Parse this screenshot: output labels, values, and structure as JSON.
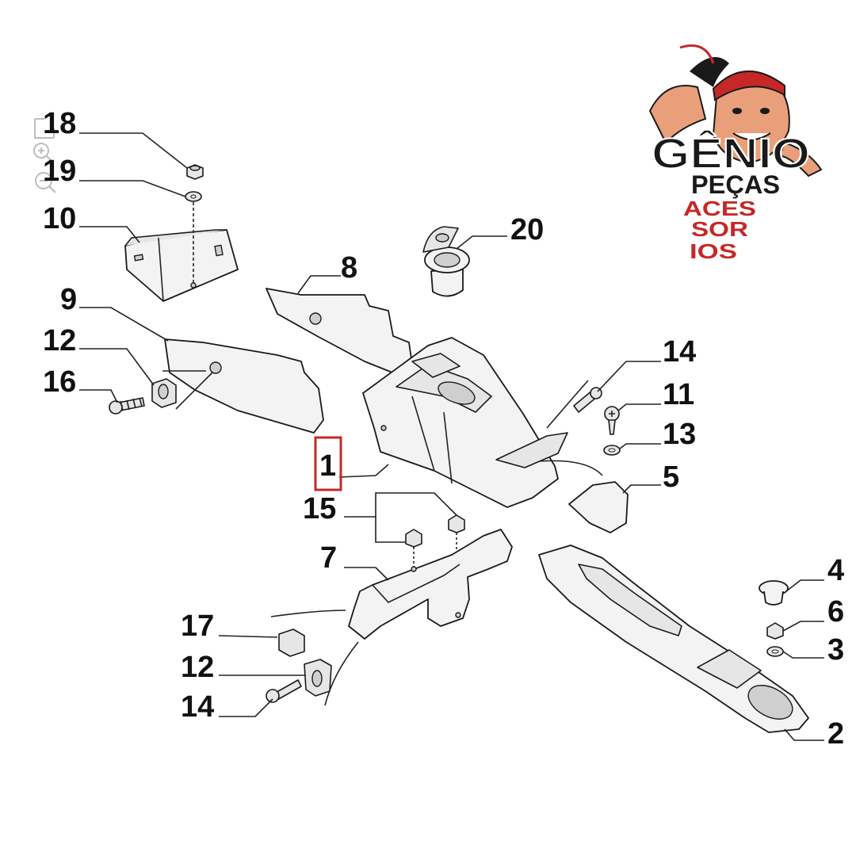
{
  "diagram": {
    "callouts": [
      {
        "id": "c18",
        "label": "18"
      },
      {
        "id": "c19",
        "label": "19"
      },
      {
        "id": "c10",
        "label": "10"
      },
      {
        "id": "c9",
        "label": "9"
      },
      {
        "id": "c12a",
        "label": "12"
      },
      {
        "id": "c16",
        "label": "16"
      },
      {
        "id": "c8",
        "label": "8"
      },
      {
        "id": "c20",
        "label": "20"
      },
      {
        "id": "c14a",
        "label": "14"
      },
      {
        "id": "c11",
        "label": "11"
      },
      {
        "id": "c13",
        "label": "13"
      },
      {
        "id": "c1",
        "label": "1"
      },
      {
        "id": "c5",
        "label": "5"
      },
      {
        "id": "c15",
        "label": "15"
      },
      {
        "id": "c7",
        "label": "7"
      },
      {
        "id": "c4",
        "label": "4"
      },
      {
        "id": "c6",
        "label": "6"
      },
      {
        "id": "c3",
        "label": "3"
      },
      {
        "id": "c17",
        "label": "17"
      },
      {
        "id": "c12b",
        "label": "12"
      },
      {
        "id": "c14b",
        "label": "14"
      },
      {
        "id": "c2",
        "label": "2"
      }
    ],
    "highlighted_part": "1",
    "highlight_color": "#c62828"
  },
  "logo": {
    "line1": "GÊNIO",
    "line2": "PEÇAS",
    "line3": [
      "ACES",
      "SOR",
      "IOS"
    ],
    "colors": {
      "word": "#1a1a1a",
      "accent": "#c62828",
      "skin": "#e9a07a"
    }
  },
  "toolbar": {
    "icons": [
      "expand-icon",
      "zoom-in-icon",
      "zoom-out-icon"
    ]
  }
}
